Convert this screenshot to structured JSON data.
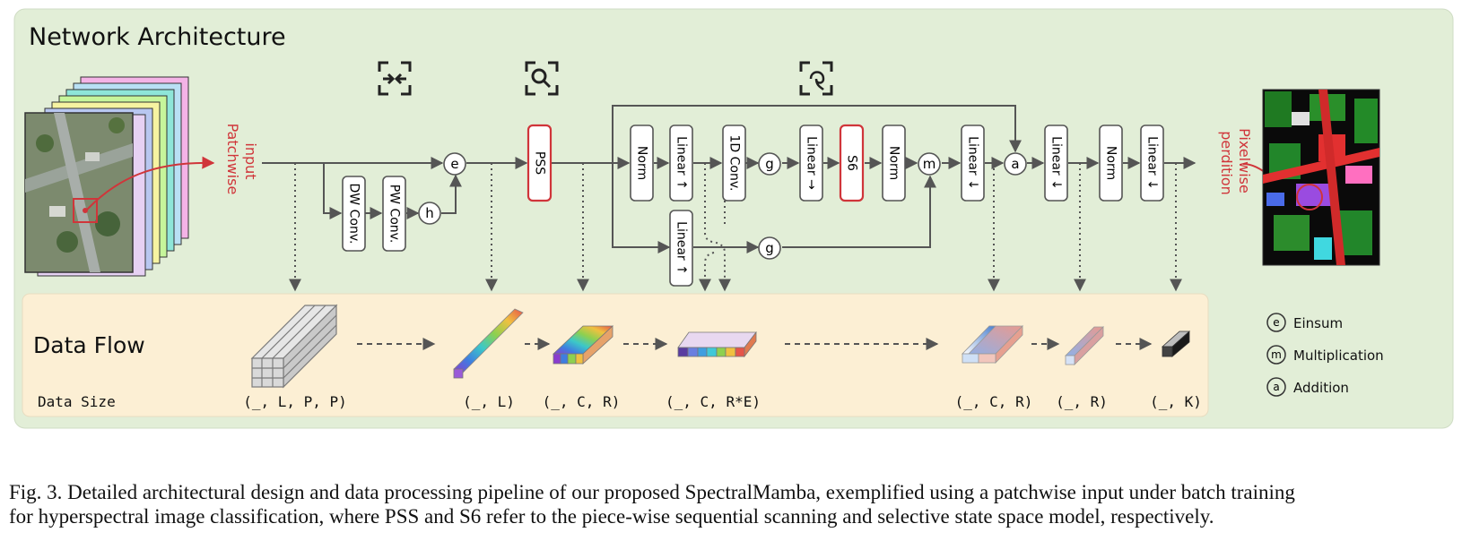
{
  "title": "Network Architecture",
  "input_label": [
    "Patchwise",
    "input"
  ],
  "output_label": [
    "Pixelwise",
    "perdition"
  ],
  "blocks": {
    "dw_conv": "DW Conv.",
    "pw_conv": "PW Conv.",
    "pss": "PSS",
    "norm1": "Norm",
    "linear_up1": "Linear ↑",
    "linear_up2": "Linear ↑",
    "conv1d": "1D Conv.",
    "linear_right": "Linear →",
    "s6": "S6",
    "norm2": "Norm",
    "linear_down1": "Linear ↓",
    "linear_down2": "Linear ↓",
    "norm3": "Norm",
    "linear_down3": "Linear ↓"
  },
  "ops": {
    "e": "e",
    "h": "h",
    "g1": "g",
    "g2": "g",
    "m": "m",
    "a": "a"
  },
  "data_flow": {
    "title": "Data Flow",
    "size_label": "Data Size",
    "sizes": [
      "(_, L, P, P)",
      "(_, L)",
      "(_, C, R)",
      "(_, C, R*E)",
      "(_, C, R)",
      "(_, R)",
      "(_, K)"
    ]
  },
  "legend": [
    {
      "symbol": "e",
      "label": "Einsum"
    },
    {
      "symbol": "m",
      "label": "Multiplication"
    },
    {
      "symbol": "a",
      "label": "Addition"
    }
  ],
  "caption": {
    "line1": "Fig. 3.  Detailed architectural design and data processing pipeline of our proposed SpectralMamba, exemplified using a patchwise input under batch training",
    "line2": "for hyperspectral image classification, where PSS and S6 refer to the piece-wise sequential scanning and selective state space model, respectively."
  },
  "colors": {
    "panel_bg": "#e2eed7",
    "flow_bg": "#fcefd4",
    "accent_red": "#d0353a",
    "line": "#555555"
  }
}
